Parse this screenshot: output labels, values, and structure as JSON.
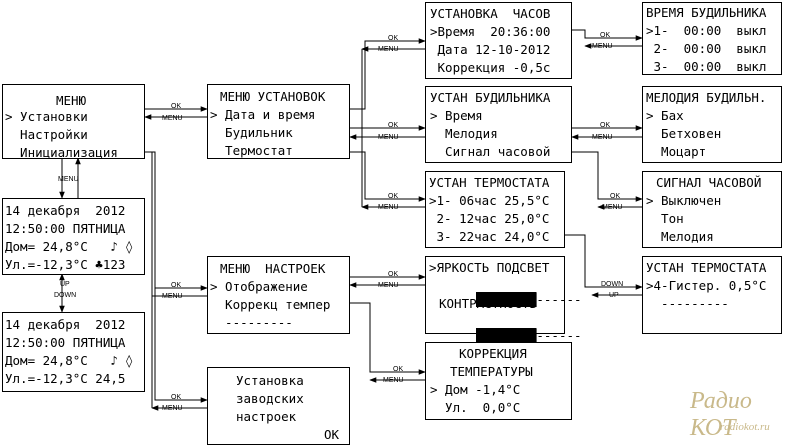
{
  "conn": {
    "ok": "OK",
    "menu": "MENU",
    "up": "UP",
    "down": "DOWN"
  },
  "boxes": {
    "main_menu": [
      "МЕНЮ",
      "> Установки",
      "  Настройки",
      "  Инициализация"
    ],
    "clock_1": [
      "14 декабря  2012",
      "12:50:00 ПЯТНИЦА",
      "Дом= 24,8°С   ♪ ◊",
      "Ул.=-12,3°С ♣123"
    ],
    "clock_2": [
      "14 декабря  2012",
      "12:50:00 ПЯТНИЦА",
      "Дом= 24,8°С   ♪ ◊",
      "Ул.=-12,3°С 24,5"
    ],
    "settings_menu": [
      "МЕНЮ УСТАНОВОК",
      "> Дата и время",
      "  Будильник",
      "  Термостат"
    ],
    "setup_menu": [
      "МЕНЮ  НАСТРОЕК",
      "> Отображение",
      "  Коррекц темпер",
      "  ---------"
    ],
    "factory": [
      "Установка",
      "заводских",
      "настроек",
      "OK"
    ],
    "clock_setup": [
      "УСТАНОВКА  ЧАСОВ",
      ">Время  20:36:00",
      " Дата 12-10-2012",
      " Коррекция -0,5с"
    ],
    "alarm_setup": [
      "УСТАН БУДИЛЬНИКА",
      "> Время",
      "  Мелодия",
      "  Сигнал часовой"
    ],
    "thermo_setup": [
      "УСТАН ТЕРМОСТАТА",
      ">1- 06час 25,5°С",
      " 2- 12час 25,0°С",
      " 3- 22час 24,0°С"
    ],
    "brightness": [
      ">ЯРКОСТЬ ПОДСВЕТ",
      "------",
      "КОНТРАСТНОСТЬ",
      "------"
    ],
    "temp_corr": [
      "КОРРЕКЦИЯ",
      "ТЕМПЕРАТУРЫ",
      "> Дом -1,4°С",
      "  Ул.  0,0°С"
    ],
    "alarm_time": [
      "ВРЕМЯ БУДИЛЬНИКА",
      ">1-  00:00  выкл",
      " 2-  00:00  выкл",
      " 3-  00:00  выкл"
    ],
    "alarm_melody": [
      "МЕЛОДИЯ БУДИЛЬН.",
      "> Бах",
      "  Бетховен",
      "  Моцарт"
    ],
    "hourly_signal": [
      "СИГНАЛ ЧАСОВОЙ",
      "> Выключен",
      "  Тон",
      "  Мелодия"
    ],
    "thermo_hyst": [
      "УСТАН ТЕРМОСТАТА",
      ">4-Гистер. 0,5°С",
      "  ---------"
    ]
  },
  "watermark": {
    "top": "Радио КОТ",
    "bottom": "radiokot.ru"
  }
}
